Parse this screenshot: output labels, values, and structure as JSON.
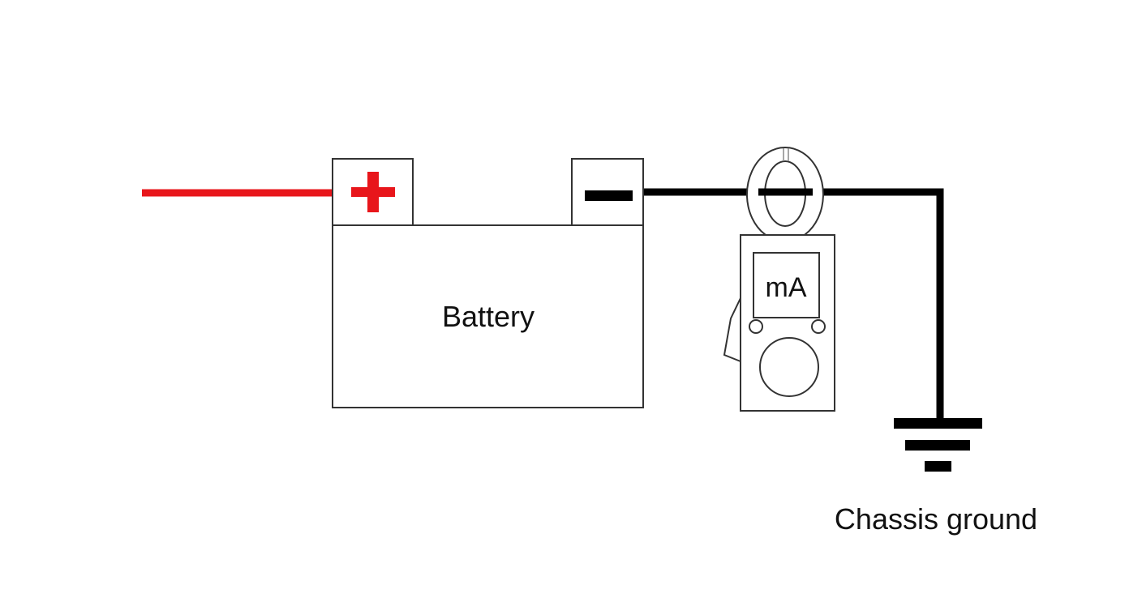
{
  "labels": {
    "battery": "Battery",
    "meter_unit": "mA",
    "ground": "Chassis ground"
  },
  "colors": {
    "positive": "#e8161b",
    "negative": "#000000",
    "outline": "#333333",
    "background": "#ffffff"
  }
}
